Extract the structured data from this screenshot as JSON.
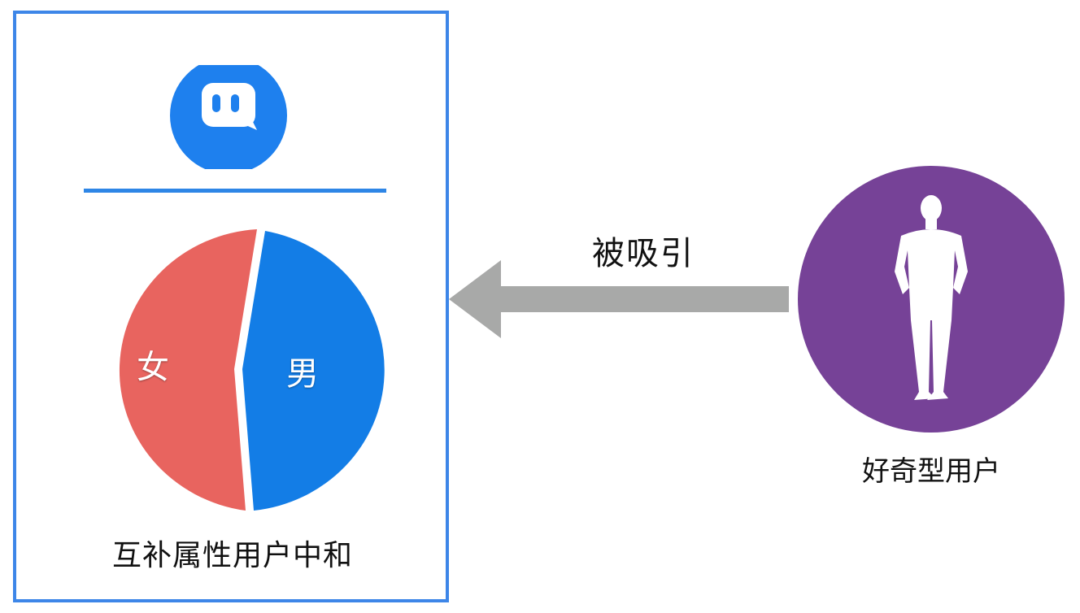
{
  "left_panel": {
    "app_icon": "chat-bubble-icon",
    "gender_chart": {
      "female_label": "女",
      "male_label": "男"
    },
    "caption": "互补属性用户中和"
  },
  "arrow": {
    "label": "被吸引"
  },
  "right_node": {
    "icon": "person-silhouette-icon",
    "caption": "好奇型用户"
  },
  "colors": {
    "panel_border": "#3d86e8",
    "app_blue": "#1e80ee",
    "female": "#e8645f",
    "male": "#137de6",
    "arrow": "#a8a9a8",
    "user_circle": "#764297"
  }
}
